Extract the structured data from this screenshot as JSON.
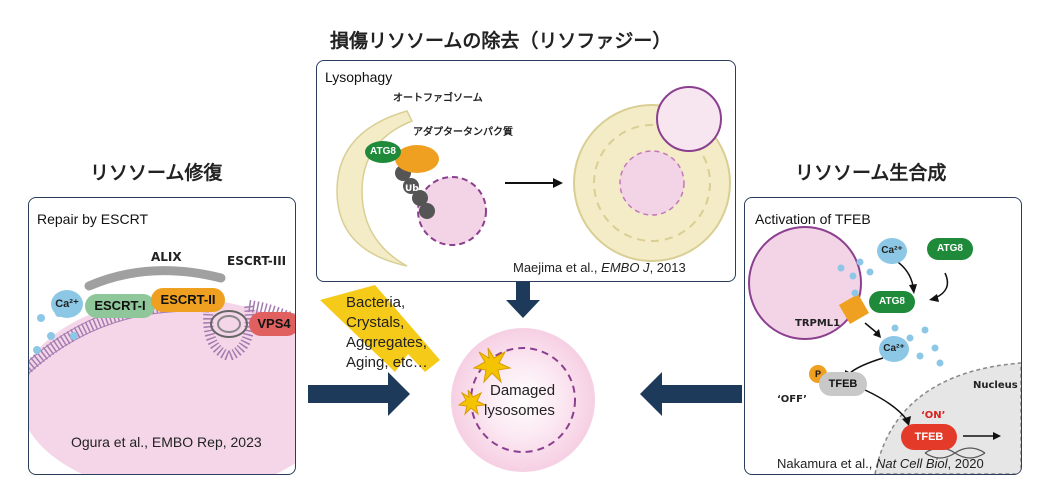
{
  "headings": {
    "top": "損傷リソソームの除去（リソファジー）",
    "left": "リソソーム修復",
    "right": "リソソーム生合成"
  },
  "left_panel": {
    "title": "Repair by ESCRT",
    "labels": {
      "alix": "ALIX",
      "escrt3": "ESCRT-III",
      "ca": "Ca²⁺",
      "escrt1": "ESCRT-I",
      "escrt2": "ESCRT-II",
      "vps4": "VPS4"
    },
    "citation": "Ogura et al., EMBO Rep, 2023"
  },
  "top_panel": {
    "title": "Lysophagy",
    "labels": {
      "autophagosome": "オートファゴソーム",
      "adaptor": "アダプタータンパク質",
      "atg8": "ATG8",
      "ub": "Ub"
    },
    "citation_prefix": "Maejima et al., ",
    "citation_journal": "EMBO J",
    "citation_suffix": ", 2013"
  },
  "right_panel": {
    "title": "Activation of TFEB",
    "labels": {
      "ca_top": "Ca²⁺",
      "atg8_top": "ATG8",
      "atg8_mid": "ATG8",
      "trpml1": "TRPML1",
      "ca_mid": "Ca²⁺",
      "p": "P",
      "tfeb_off": "TFEB",
      "off": "‘OFF’",
      "nucleus": "Nucleus",
      "on": "‘ON’",
      "tfeb_on": "TFEB"
    },
    "citation_prefix": "Nakamura et al., ",
    "citation_journal": "Nat Cell Biol",
    "citation_suffix": ", 2020"
  },
  "center": {
    "damage_causes": [
      "Bacteria,",
      "Crystals,",
      "Aggregates,",
      "Aging, etc…"
    ],
    "damaged_label_line1": "Damaged",
    "damaged_label_line2": "lysosomes"
  },
  "colors": {
    "panel_border": "#2a3d5c",
    "arrow": "#1e3a5a",
    "lysosome": "#f3d3e6",
    "membrane": "#8b3f8f",
    "atg8_green": "#1f8a3a",
    "adaptor_orange": "#f0a020",
    "escrt1_green": "#8fc79a",
    "escrt2_orange": "#f0a020",
    "vps4_red": "#e06060",
    "ca_blue": "#8cc8e6",
    "lightning": "#f5c400"
  }
}
